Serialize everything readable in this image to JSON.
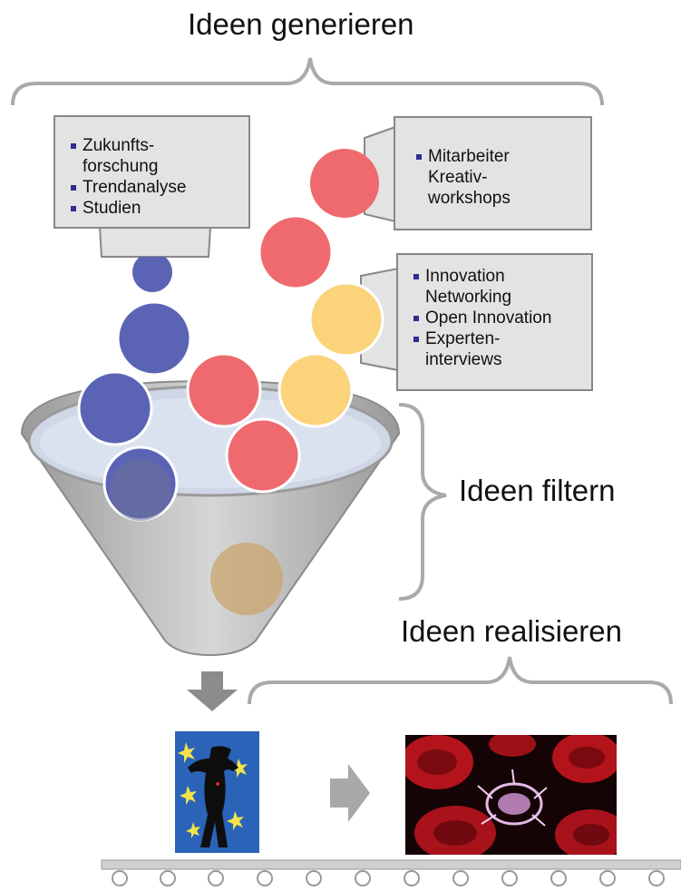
{
  "labels": {
    "generate": "Ideen generieren",
    "filter": "Ideen filtern",
    "realize": "Ideen realisieren"
  },
  "sources": {
    "left": {
      "lines": [
        "Zukunfts-",
        "forschung",
        "Trendanalyse",
        "Studien"
      ],
      "bullets": [
        true,
        false,
        true,
        true
      ]
    },
    "right_top": {
      "lines": [
        "Mitarbeiter",
        "Kreativ-",
        "workshops"
      ],
      "bullets": [
        true,
        false,
        false
      ]
    },
    "right_bottom": {
      "lines": [
        "Innovation",
        "Networking",
        "Open Innovation",
        "Experten-",
        "interviews"
      ],
      "bullets": [
        true,
        false,
        true,
        true,
        false
      ]
    }
  },
  "colors": {
    "blue_ball": "#5b64b4",
    "red_ball": "#ef6a6e",
    "yellow_ball": "#fbd37a",
    "box_fill": "#e3e3e3",
    "bracket": "#aaaaaa",
    "bullet": "#2d2e8e"
  },
  "images": {
    "dancer": "dancer-collage-image",
    "micro": "red-blood-cells-microscope-image"
  }
}
